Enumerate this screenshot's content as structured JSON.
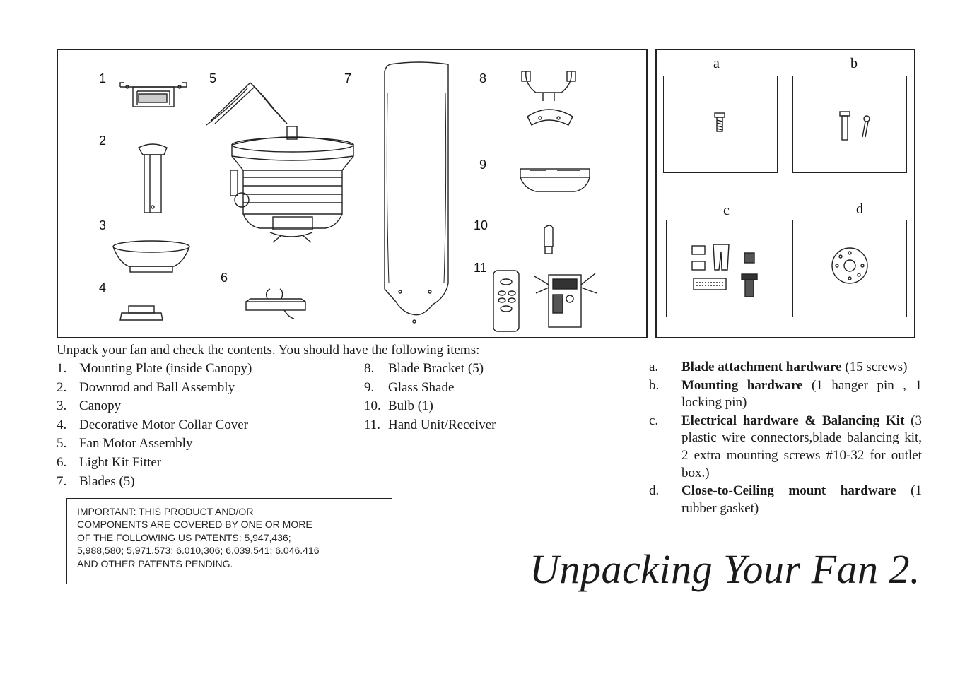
{
  "parts_diagram": {
    "numbers": [
      "1",
      "2",
      "3",
      "4",
      "5",
      "6",
      "7",
      "8",
      "9",
      "10",
      "11"
    ]
  },
  "hardware_diagram": {
    "letters": [
      "a",
      "b",
      "c",
      "d"
    ]
  },
  "intro": "Unpack your fan and check the contents. You should have the following items:",
  "items_left": [
    {
      "num": "1.",
      "text": "Mounting Plate (inside Canopy)"
    },
    {
      "num": "2.",
      "text": "Downrod and Ball Assembly"
    },
    {
      "num": "3.",
      "text": "Canopy"
    },
    {
      "num": "4.",
      "text": "Decorative Motor Collar Cover"
    },
    {
      "num": "5.",
      "text": "Fan Motor Assembly"
    },
    {
      "num": "6.",
      "text": "Light Kit Fitter"
    },
    {
      "num": "7.",
      "text": "Blades (5)"
    }
  ],
  "items_right": [
    {
      "num": "8.",
      "text": "Blade Bracket (5)"
    },
    {
      "num": "9.",
      "text": "Glass Shade"
    },
    {
      "num": "10.",
      "text": "Bulb (1)"
    },
    {
      "num": "11.",
      "text": "Hand Unit/Receiver"
    }
  ],
  "patent_notice": [
    "IMPORTANT: THIS PRODUCT AND/OR",
    "COMPONENTS ARE COVERED BY ONE OR MORE",
    "OF THE FOLLOWING US PATENTS: 5,947,436;",
    "5,988,580; 5,971.573; 6.010,306; 6,039,541; 6.046.416",
    "AND OTHER PATENTS PENDING."
  ],
  "hardware_items": [
    {
      "letter": "a.",
      "bold": "Blade  attachment hardware",
      "text": " (15 screws)"
    },
    {
      "letter": "b.",
      "bold": "Mounting hardware",
      "text": " (1 hanger pin , 1 locking pin)"
    },
    {
      "letter": "c.",
      "bold": "Electrical hardware & Balancing Kit",
      "text": " (3 plastic wire connectors,blade balancing kit, 2  extra  mounting screws #10-32 for outlet box.)"
    },
    {
      "letter": "d.",
      "bold": "Close-to-Ceiling mount hardware",
      "text": " (1 rubber gasket)"
    }
  ],
  "footer_title": "Unpacking Your Fan 2."
}
